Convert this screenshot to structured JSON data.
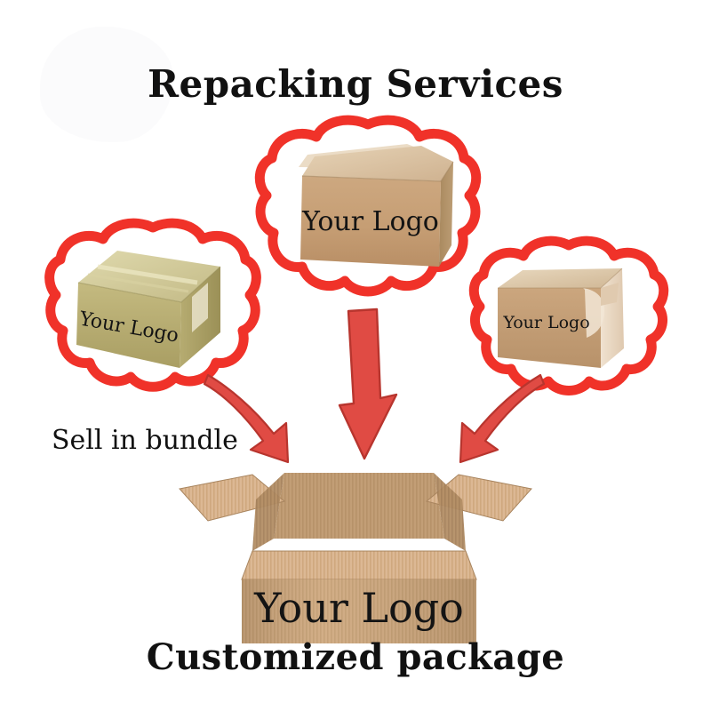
{
  "graphic": {
    "kind": "marketing-infographic",
    "background_color": "#ffffff"
  },
  "headings": {
    "top_title": "Repacking Services",
    "bottom_title": "Customized package"
  },
  "captions": {
    "sell_in_bundle": "Sell in bundle"
  },
  "colors": {
    "cloud_red": "#F03229",
    "arrow_red": "#E04B44",
    "arrow_red_dark": "#B8352E",
    "carton_front": "#C8A27A",
    "carton_top": "#DCC4A3",
    "carton_side": "#A88A66",
    "carton_khaki": "#B8AE72",
    "carton_khaki_top": "#D6CFA0",
    "tape": "#E3DBC0",
    "ink": "#141414",
    "watermark": "#FBFBFC"
  },
  "bubbles": [
    {
      "id": "left-bubble",
      "shape": "cloud-outline",
      "box_style": "flat-wide-carton-with-tape",
      "logo_text": "Your Logo"
    },
    {
      "id": "center-bubble",
      "shape": "cloud-outline",
      "box_style": "large-carton",
      "logo_text": "Your Logo"
    },
    {
      "id": "right-bubble",
      "shape": "cloud-outline",
      "box_style": "cube-carton",
      "logo_text": "Your Logo"
    }
  ],
  "arrows": [
    {
      "id": "left-arrow",
      "direction": "curved-down-right"
    },
    {
      "id": "center-arrow",
      "direction": "straight-down"
    },
    {
      "id": "right-arrow",
      "direction": "curved-down-left"
    }
  ],
  "final_box": {
    "id": "customized-open-carton",
    "state": "open-flaps",
    "logo_text": "Your Logo",
    "texture": "corrugated"
  }
}
